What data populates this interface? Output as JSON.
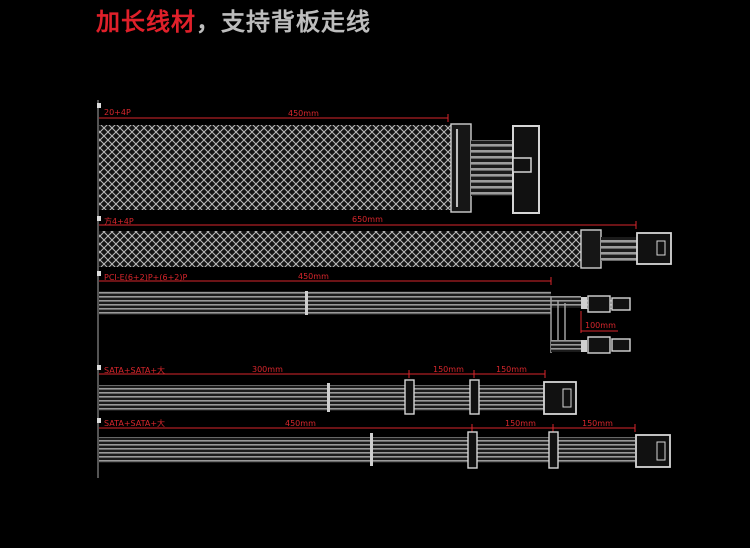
{
  "title": {
    "red": "加长线材",
    "grey": "，支持背板走线"
  },
  "accent_color": "#d8262c",
  "cables": [
    {
      "id": "atx",
      "label": "20+4P",
      "segments": [
        "450mm"
      ]
    },
    {
      "id": "cpu",
      "label": "方4+4P",
      "segments": [
        "650mm"
      ]
    },
    {
      "id": "pcie",
      "label": "PCI-E(6+2)P+(6+2)P",
      "segments": [
        "450mm",
        "100mm"
      ]
    },
    {
      "id": "sata1",
      "label": "SATA+SATA+大",
      "segments": [
        "300mm",
        "150mm",
        "150mm"
      ]
    },
    {
      "id": "sata2",
      "label": "SATA+SATA+大",
      "segments": [
        "450mm",
        "150mm",
        "150mm"
      ]
    }
  ]
}
